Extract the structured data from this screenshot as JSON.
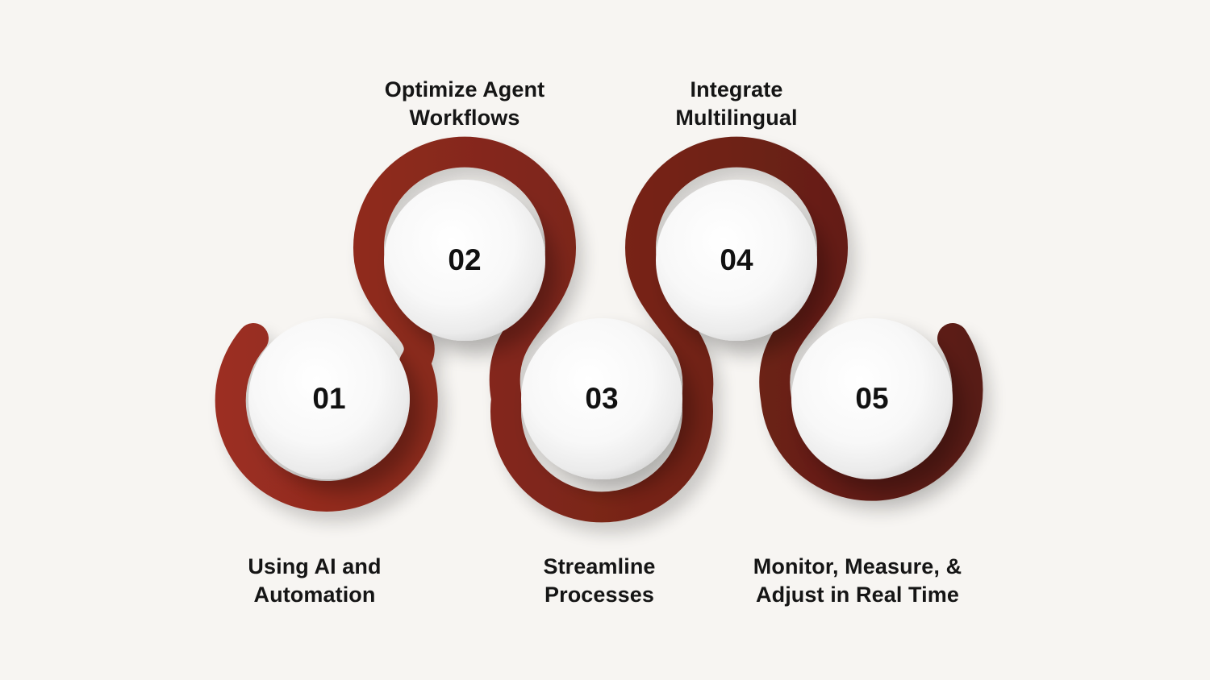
{
  "diagram": {
    "type": "serpentine-process",
    "background": "#f7f5f2",
    "ribbon_colors": {
      "start": "#9a2d20",
      "end": "#561a12"
    },
    "steps": [
      {
        "number": "01",
        "line1": "Using AI and",
        "line2": "Automation",
        "position": "bottom"
      },
      {
        "number": "02",
        "line1": "Optimize Agent",
        "line2": "Workflows",
        "position": "top"
      },
      {
        "number": "03",
        "line1": "Streamline",
        "line2": "Processes",
        "position": "bottom"
      },
      {
        "number": "04",
        "line1": "Integrate",
        "line2": "Multilingual",
        "position": "top"
      },
      {
        "number": "05",
        "line1": "Monitor, Measure, &",
        "line2": "Adjust in Real Time",
        "position": "bottom"
      }
    ]
  }
}
